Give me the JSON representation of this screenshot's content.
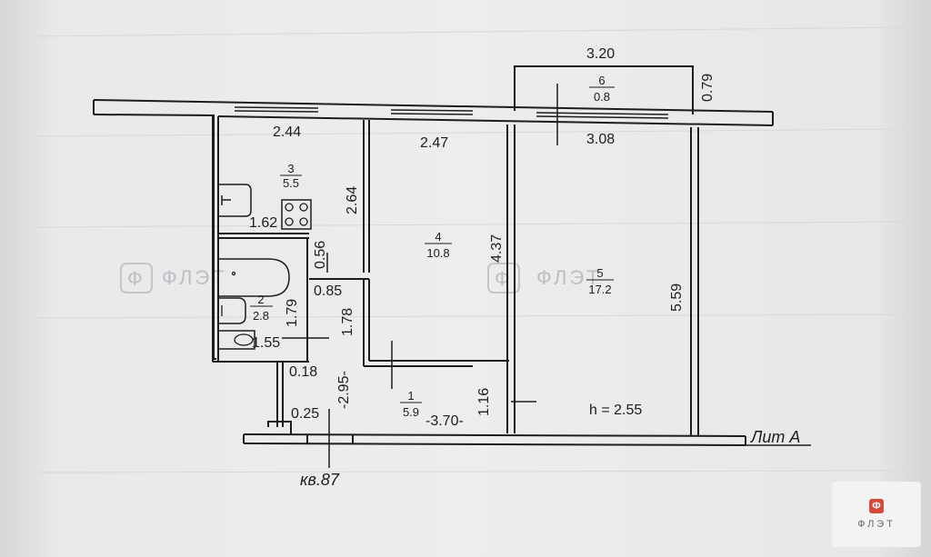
{
  "rooms": [
    {
      "number": "3",
      "area": "5.5"
    },
    {
      "number": "2",
      "area": "2.8"
    },
    {
      "number": "4",
      "area": "10.8"
    },
    {
      "number": "5",
      "area": "17.2"
    },
    {
      "number": "6",
      "area": "0.8"
    },
    {
      "number": "1",
      "area": "5.9"
    }
  ],
  "dimensions": {
    "d1": "2.44",
    "d2": "2.47",
    "d3": "3.20",
    "d4": "3.08",
    "d5": "0.79",
    "d6": "1.62",
    "d7": "2.64",
    "d8": "0.56",
    "d9": "0.85",
    "d10": "1.79",
    "d11": "1.78",
    "d12": "1.55",
    "d13": "4.37",
    "d14": "5.59",
    "d15": "0.18",
    "d16": "-2.95-",
    "d17": "1.16",
    "d18": "-3.70-",
    "d19": "0.25"
  },
  "ceiling_height": "h = 2.55",
  "building_letter": "Лит А",
  "apartment": "кв.87",
  "watermark": "ФЛЭТ",
  "logo": {
    "mark": "Ф",
    "text": "ФЛЭТ"
  },
  "colors": {
    "line": "#1d1d1f",
    "paper": "#eceded",
    "logo_accent": "#d64a3c"
  }
}
